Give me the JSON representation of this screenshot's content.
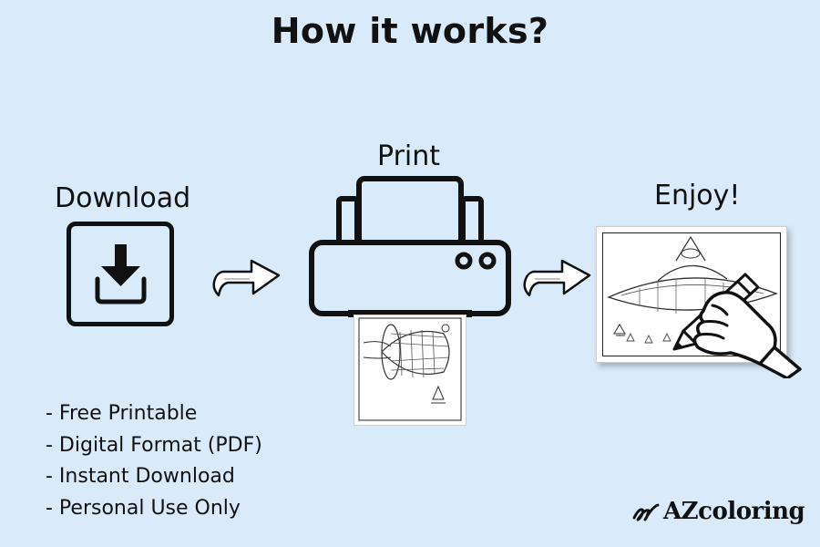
{
  "title": "How it works?",
  "steps": {
    "download": {
      "label": "Download",
      "icon": "download-icon"
    },
    "print": {
      "label": "Print",
      "icon": "printer-icon"
    },
    "enjoy": {
      "label": "Enjoy!",
      "icon": "coloring-hand-icon"
    }
  },
  "features": [
    "- Free Printable",
    "- Digital Format (PDF)",
    "- Instant Download",
    "- Personal Use Only"
  ],
  "brand": {
    "name": "AZcoloring",
    "icon": "az-logo-icon"
  },
  "colors": {
    "background": "#d9ebfb",
    "ink": "#111111",
    "paper": "#ffffff"
  }
}
